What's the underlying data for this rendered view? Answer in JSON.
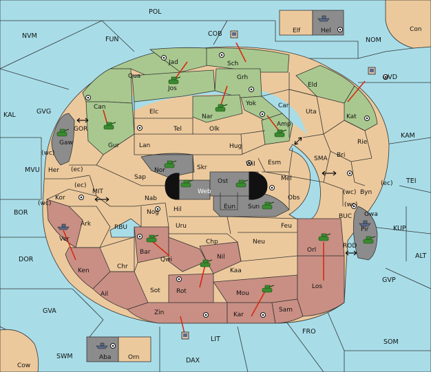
{
  "sea_labels": {
    "POL": "POL",
    "NVM": "NVM",
    "FUN": "FUN",
    "COB": "COB",
    "NOM": "NOM",
    "KAL": "KAL",
    "GVG": "GVG",
    "MVU": "MVU",
    "BOR": "BOR",
    "DOR": "DOR",
    "GVA": "GVA",
    "SWM": "SWM",
    "DAX": "DAX",
    "LIT": "LIT",
    "FRO": "FRO",
    "SOM": "SOM",
    "GVP": "GVP",
    "ALT": "ALT",
    "KUP": "KUP",
    "TEI": "TEI",
    "KAM": "KAM",
    "OVD": "OVD",
    "GOR": "GOR",
    "MIT": "MIT",
    "RBU": "RBU",
    "SMA": "SMA",
    "BUC": "BUC",
    "ROD": "ROD"
  },
  "land_labels": {
    "Con": "Con",
    "Elf": "Elf",
    "Hel": "Hel",
    "Cow": "Cow",
    "Aba": "Aba",
    "Orn": "Orn",
    "Jad": "Jad",
    "Qua": "Qua",
    "Sch": "Sch",
    "Grh": "Grh",
    "Jos": "Jos",
    "Eld": "Eld",
    "Can": "Can",
    "Elc": "Elc",
    "Nar": "Nar",
    "Yok": "Yok",
    "Car": "Car",
    "Uta": "Uta",
    "Kat": "Kat",
    "Gur": "Gur",
    "Tel": "Tel",
    "Olk": "Olk",
    "Amp": "Amp",
    "Gaw": "Gaw",
    "Lan": "Lan",
    "Hug": "Hug",
    "Rie": "Rie",
    "Bri": "Bri",
    "Her": "Her",
    "Nor": "Nor",
    "Skr": "Skr",
    "Wil": "Wil",
    "Esm": "Esm",
    "Sap": "Sap",
    "Ost": "Ost",
    "Web": "Web",
    "Mel": "Mel",
    "Byn": "Byn",
    "Kor": "Kor",
    "Nab": "Nab",
    "Eun": "Eun",
    "Sun": "Sun",
    "Obs": "Obs",
    "Gwa": "Gwa",
    "Hil": "Hil",
    "Ark": "Ark",
    "Nog": "Nog",
    "Uru": "Uru",
    "Feu": "Feu",
    "Pir": "Pir",
    "Ver": "Ver",
    "Chp": "Chp",
    "Neu": "Neu",
    "Orl": "Orl",
    "Bar": "Bar",
    "Qwi": "Qwi",
    "Nil": "Nil",
    "Ken": "Ken",
    "Chr": "Chr",
    "Kaa": "Kaa",
    "Ail": "Ail",
    "Rot": "Rot",
    "Sot": "Sot",
    "Mou": "Mou",
    "Los": "Los",
    "Zin": "Zin",
    "Kar": "Kar",
    "Sam": "Sam"
  },
  "coast_labels": [
    "(wc)",
    "(ec)",
    "(ec)",
    "(wc)",
    "(wc)",
    "(ec)",
    "(wc)"
  ],
  "colors": {
    "sea": "#a8dde8",
    "land": "#ecc99c",
    "green_power": "#a9c88f",
    "red_power": "#c98f84",
    "gray_power": "#8c8c8c",
    "army": "#3a8a30",
    "arrow": "#d42a10"
  },
  "icons": {
    "army": "tank-icon",
    "fleet": "ship-icon",
    "supply_center": "supply-center-icon"
  }
}
